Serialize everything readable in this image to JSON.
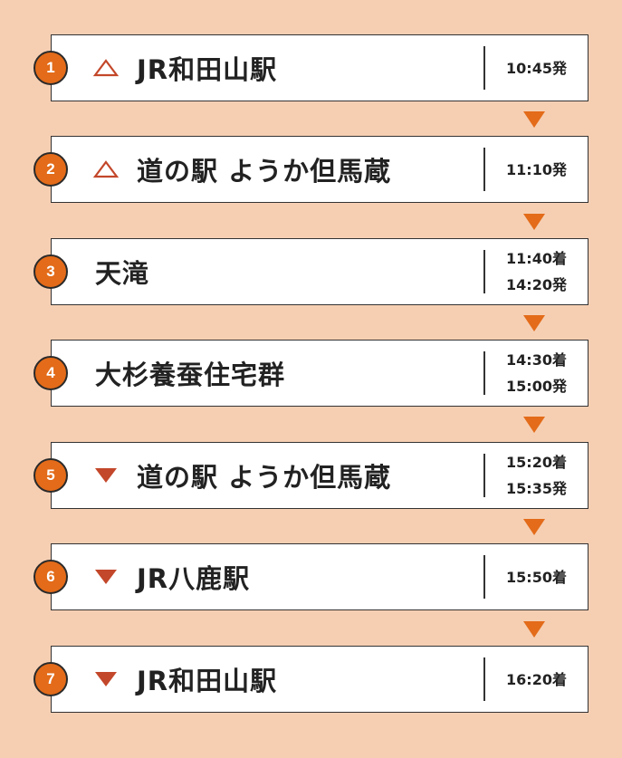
{
  "colors": {
    "background": "#f6cfb3",
    "badge": "#e36b19",
    "marker": "#c3472a",
    "arrow": "#e36b19"
  },
  "stops": [
    {
      "number": "1",
      "marker": "outline-triangle-up-icon",
      "name": "JR和田山駅",
      "times": [
        "10:45発"
      ]
    },
    {
      "number": "2",
      "marker": "outline-triangle-up-icon",
      "name": "道の駅 ようか但馬蔵",
      "times": [
        "11:10発"
      ]
    },
    {
      "number": "3",
      "marker": "none",
      "name": "天滝",
      "times": [
        "11:40着",
        "14:20発"
      ]
    },
    {
      "number": "4",
      "marker": "none",
      "name": "大杉養蚕住宅群",
      "times": [
        "14:30着",
        "15:00発"
      ]
    },
    {
      "number": "5",
      "marker": "filled-triangle-down-icon",
      "name": "道の駅 ようか但馬蔵",
      "times": [
        "15:20着",
        "15:35発"
      ]
    },
    {
      "number": "6",
      "marker": "filled-triangle-down-icon",
      "name": "JR八鹿駅",
      "times": [
        "15:50着"
      ]
    },
    {
      "number": "7",
      "marker": "filled-triangle-down-icon",
      "name": "JR和田山駅",
      "times": [
        "16:20着"
      ]
    }
  ],
  "connector_icon": "down-arrow-icon"
}
